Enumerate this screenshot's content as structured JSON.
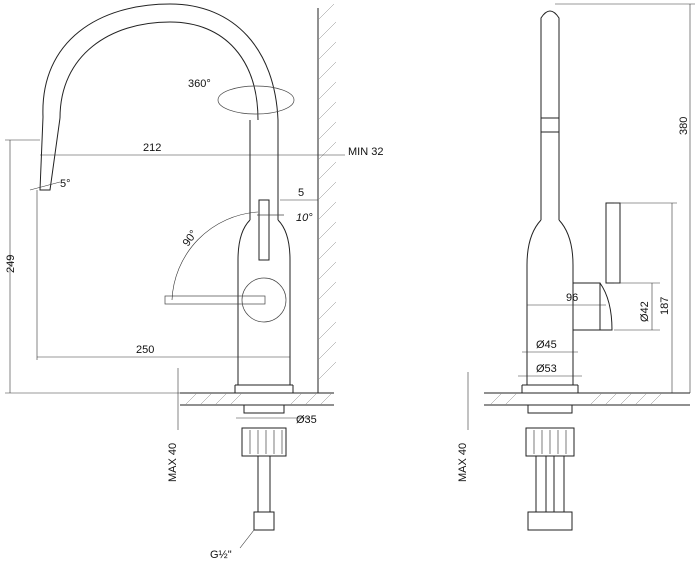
{
  "front_view": {
    "rotation_label": "360°",
    "spout_reach_label": "212",
    "wall_clearance_label": "MIN 32",
    "spout_angle_label": "5°",
    "offset_label": "5",
    "lever_tilt_label": "10°",
    "lever_swing_label": "90°",
    "height_label": "249",
    "overall_reach_label": "250",
    "base_diameter_label": "Ø35",
    "max_thickness_label": "MAX 40",
    "thread_label": "G½\""
  },
  "side_view": {
    "total_height_label": "380",
    "lever_height_label": "187",
    "lever_length_label": "96",
    "lever_diameter_label": "Ø42",
    "body_diameter_label": "Ø45",
    "base_plate_label": "Ø53",
    "max_thickness_label": "MAX 40"
  }
}
